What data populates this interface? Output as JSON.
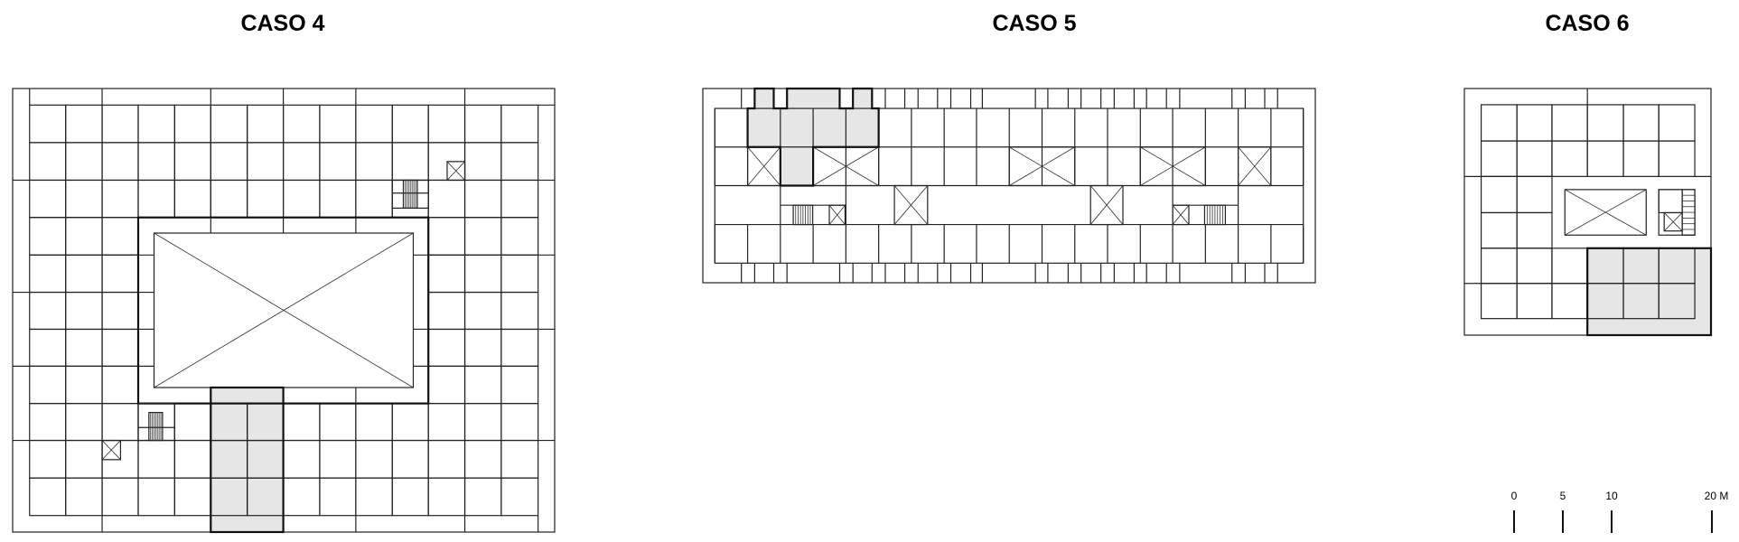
{
  "titles": {
    "caso4": "CASO 4",
    "caso5": "CASO 5",
    "caso6": "CASO 6"
  },
  "scale_bar": {
    "labels": [
      "0",
      "5",
      "10",
      "20 M"
    ],
    "values_m": [
      0,
      5,
      10,
      20
    ]
  },
  "colors": {
    "line": "#222222",
    "highlight_fill": "#e6e6e6"
  }
}
